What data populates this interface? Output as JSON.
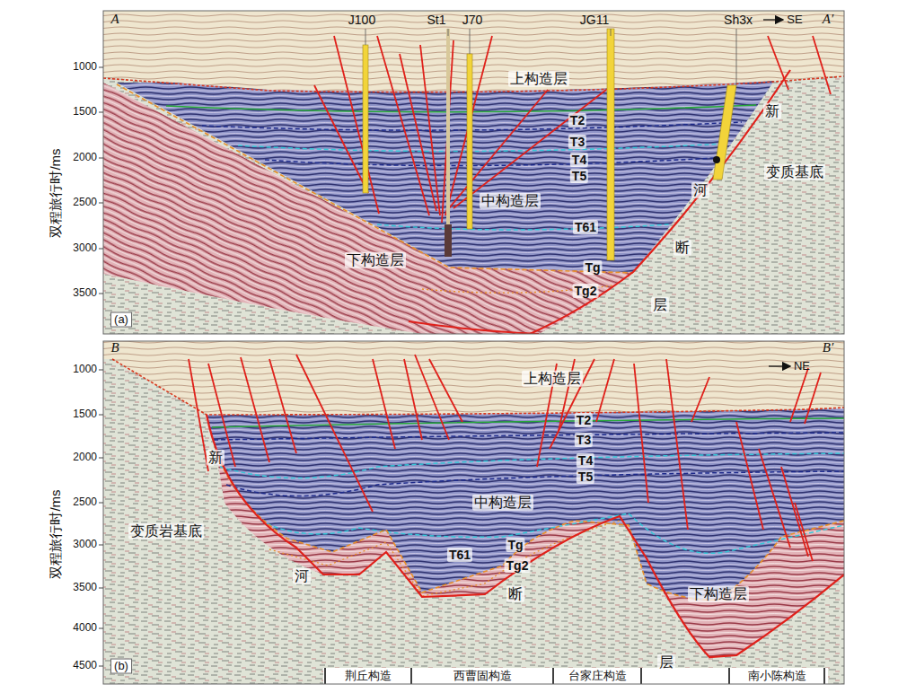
{
  "diagram": {
    "labels": [
      "A",
      "J100",
      "St1",
      "J70",
      "JG11",
      "Sh3x",
      "SE",
      "A′",
      "上构造层",
      "T2",
      "T3",
      "T4",
      "T5",
      "中构造层",
      "T61",
      "Tg",
      "Tg2",
      "下构造层",
      "新",
      "变质基底",
      "河",
      "断",
      "层",
      "(a)",
      "双程旅行时/ms",
      "1000",
      "1500",
      "2000",
      "2500",
      "3000",
      "3500",
      "B",
      "NE",
      "B′",
      "上构造层",
      "T2",
      "T3",
      "T4",
      "T5",
      "中构造层",
      "T61",
      "Tg",
      "Tg2",
      "新",
      "变质岩基底",
      "河",
      "断",
      "下构造层",
      "层",
      "(b)",
      "双程旅行时/ms",
      "1000",
      "1500",
      "2000",
      "2500",
      "3000",
      "3500",
      "4000",
      "4500",
      "荆丘构造",
      "西曹固构造",
      "台家庄构造",
      "南小陈构造"
    ]
  }
}
